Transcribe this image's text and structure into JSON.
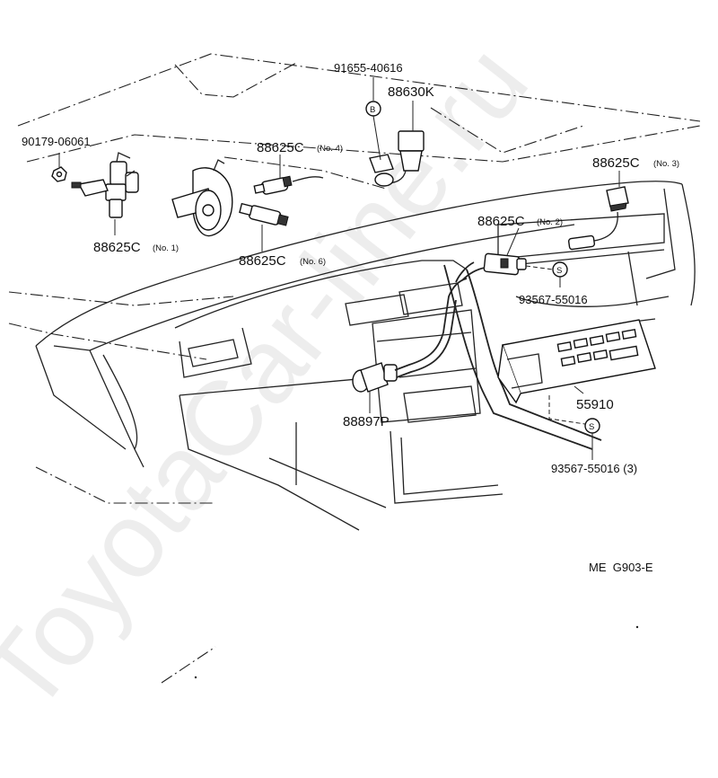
{
  "watermark": "ToyotaCar-line.ru",
  "figure_code": "ME  G903-E",
  "parts": {
    "p_90179": "90179-06061",
    "p_88625c_no1": "88625C",
    "p_88625c_no1_sub": "(No. 1)",
    "p_88625c_no4": "88625C",
    "p_88625c_no4_sub": "(No. 4)",
    "p_88625c_no6": "88625C",
    "p_88625c_no6_sub": "(No. 6)",
    "p_91655": "91655-40616",
    "p_91655_marker": "B",
    "p_88630k": "88630K",
    "p_88625c_no3": "88625C",
    "p_88625c_no3_sub": "(No. 3)",
    "p_88625c_no2": "88625C",
    "p_88625c_no2_sub": "(No. 2)",
    "p_93567_a": "93567-55016",
    "p_93567_a_marker": "S",
    "p_55910": "55910",
    "p_88897p": "88897P",
    "p_93567_b": "93567-55016 (3)",
    "p_93567_b_marker": "S"
  }
}
